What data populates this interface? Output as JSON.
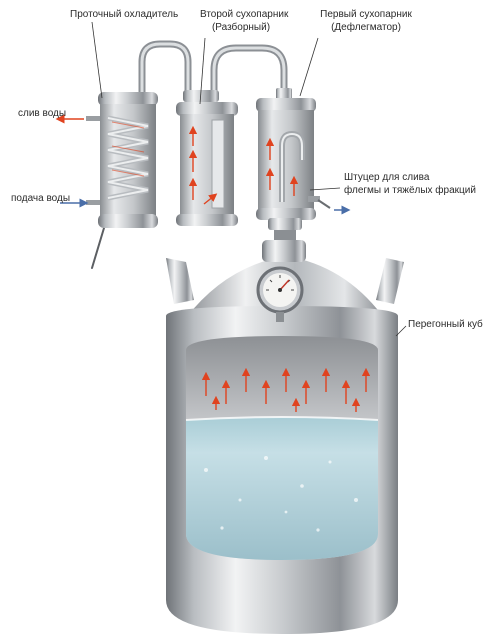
{
  "labels": {
    "cooler": "Проточный охладитель",
    "second_dry_steamer": "Второй сухопарник",
    "second_dry_steamer_note": "(Разборный)",
    "first_dry_steamer": "Первый сухопарник",
    "first_dry_steamer_note": "(Дефлегматор)",
    "water_out": "слив воды",
    "water_in": "подача воды",
    "drain_fitting": "Штуцер для слива",
    "drain_fitting_note": "флегмы и тяжёлых фракций",
    "still_pot": "Перегонный куб"
  },
  "colors": {
    "steel_dark": "#6f7378",
    "steel_light": "#f2f3f4",
    "steam_arrow": "#e0431f",
    "water": "#9fc4cf",
    "leader_line": "#333333"
  }
}
